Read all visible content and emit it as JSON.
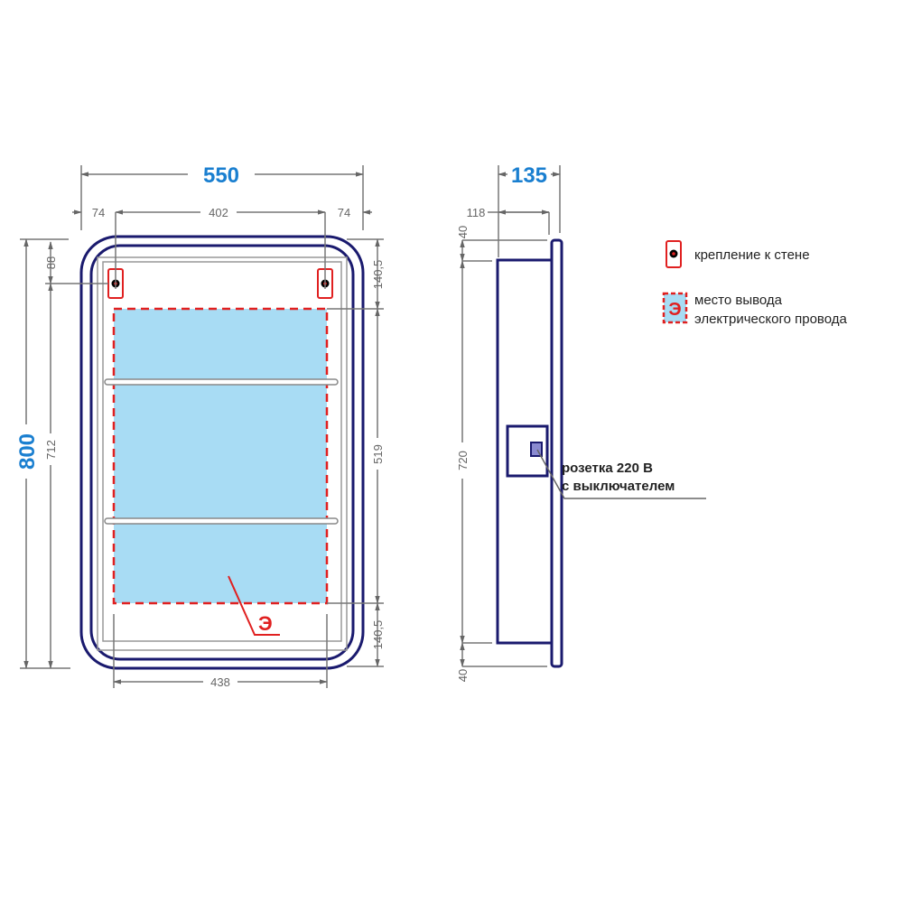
{
  "front_view": {
    "width_total": "550",
    "offset_left": "74",
    "mount_spacing": "402",
    "offset_right": "74",
    "height_total": "800",
    "mount_from_top": "88",
    "mount_to_bottom": "712",
    "zone_top": "140,5",
    "zone_height": "519",
    "zone_bottom": "140,5",
    "zone_width": "438",
    "electric_marker": "Э"
  },
  "side_view": {
    "depth_total": "135",
    "body_depth": "118",
    "top_offset": "40",
    "body_height": "720",
    "bottom_offset": "40",
    "socket_label_line1": "розетка 220 В",
    "socket_label_line2": "с выключателем"
  },
  "legend": {
    "wall_mount": "крепление к стене",
    "electric_marker": "Э",
    "electric_line1": "место вывода",
    "electric_line2": "электрического провода"
  },
  "colors": {
    "frame": "#1a1a6e",
    "zone": "#a8dcf4",
    "marker": "#e02020",
    "dimension_accent": "#1a7fd0"
  }
}
